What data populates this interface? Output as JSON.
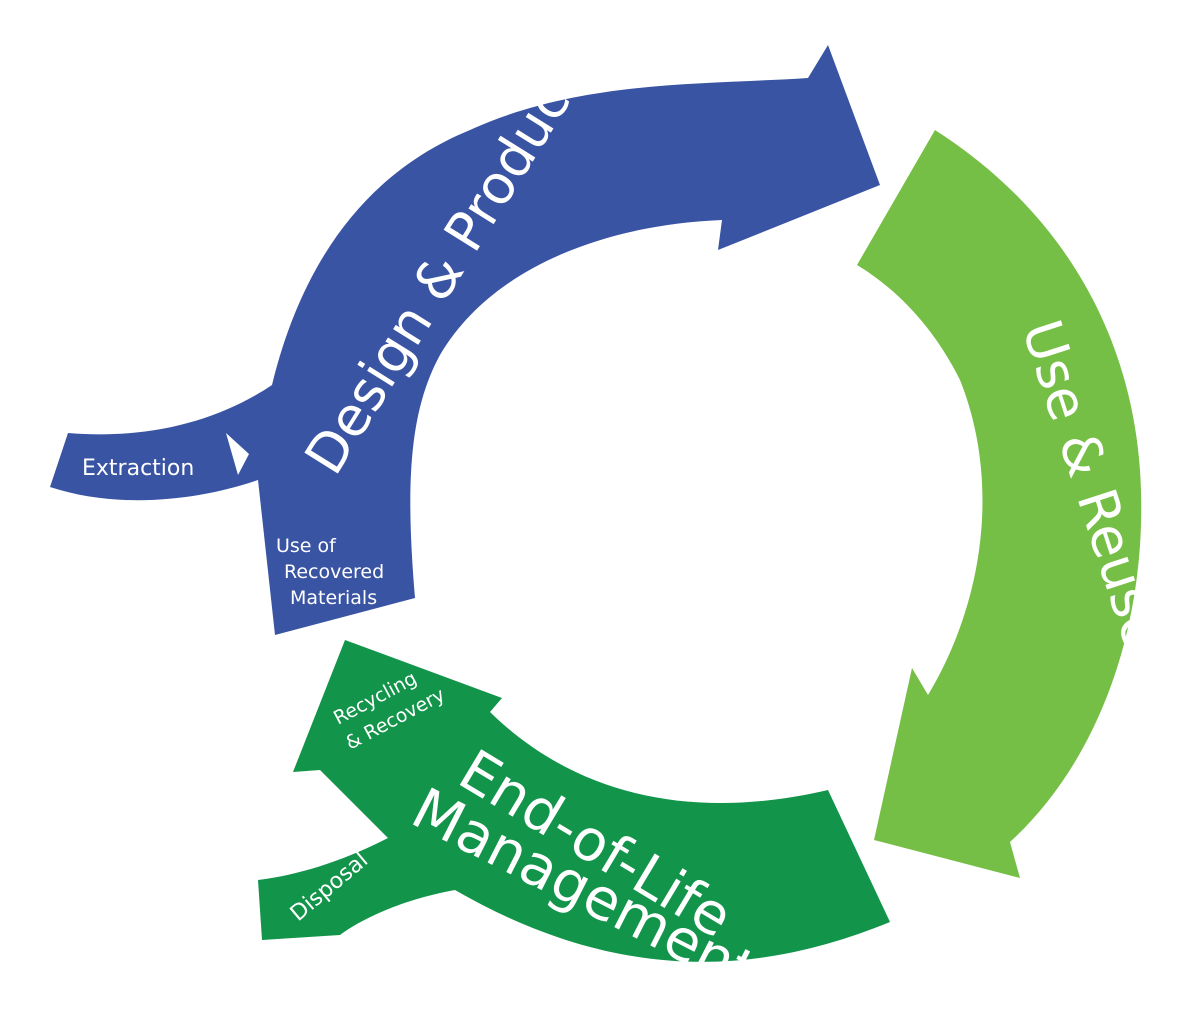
{
  "colors": {
    "design_production": "#3a54a4",
    "use_reuse": "#76bf46",
    "end_of_life": "#12944a",
    "text": "#ffffff"
  },
  "stages": {
    "design_production": "Design & Production",
    "use_reuse": "Use & Reuse",
    "end_of_life_line1": "End-of-Life",
    "end_of_life_line2": "Management"
  },
  "flows": {
    "extraction": "Extraction",
    "use_of_recovered_line1": "Use of",
    "use_of_recovered_line2": "Recovered",
    "use_of_recovered_line3": "Materials",
    "recycling_line1": "Recycling",
    "recycling_line2": "& Recovery",
    "disposal": "Disposal"
  }
}
